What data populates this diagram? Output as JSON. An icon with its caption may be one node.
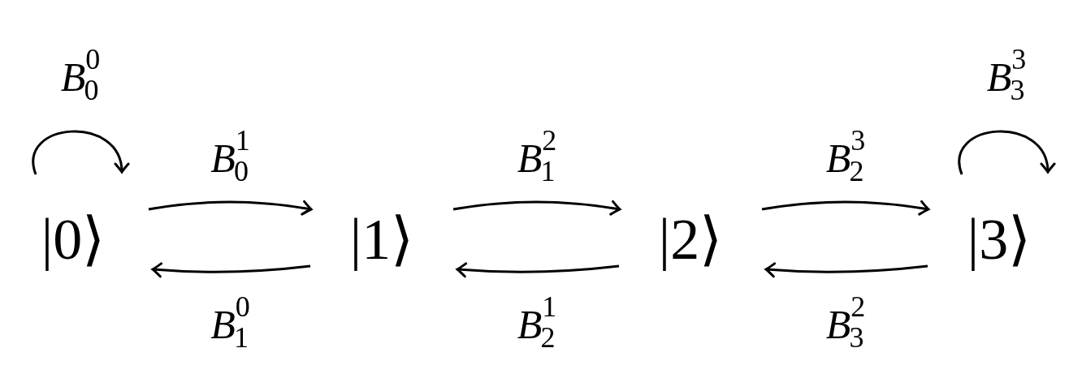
{
  "diagram": {
    "nodes": [
      {
        "text": [
          "|0⟩"
        ]
      },
      {
        "text": [
          "|1⟩"
        ]
      },
      {
        "text": [
          "|2⟩"
        ]
      },
      {
        "text": [
          "|3⟩"
        ]
      }
    ],
    "edges": [
      {
        "from": 0,
        "to": 0,
        "arrow": "to",
        "label": "B$^{0}$$_{0}$"
      },
      {
        "from": 0,
        "to": 1,
        "arrow": "to",
        "label": "B$^{1}$$_{0}$"
      },
      {
        "from": 1,
        "to": 0,
        "arrow": "to",
        "label": "B$^{0}$$_{1}$"
      },
      {
        "from": 1,
        "to": 2,
        "arrow": "to",
        "label": "B$^{2}$$_{1}$"
      },
      {
        "from": 2,
        "to": 1,
        "arrow": "to",
        "label": "B$^{1}$$_{2}$"
      },
      {
        "from": 2,
        "to": 3,
        "arrow": "to",
        "label": "B$^{3}$$_{2}$"
      },
      {
        "from": 3,
        "to": 2,
        "arrow": "to",
        "label": "B$^{2}$$_{3}$"
      },
      {
        "from": 3,
        "to": 3,
        "arrow": "to",
        "label": "B$^{3}$$_{3}$"
      }
    ]
  }
}
